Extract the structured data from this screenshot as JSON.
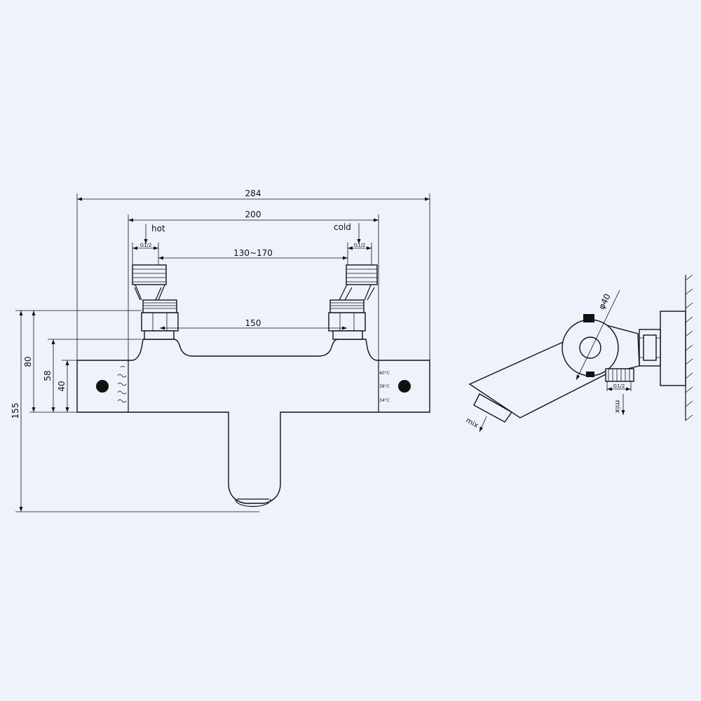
{
  "colors": {
    "background": "#edf2fb",
    "ink": "#111111"
  },
  "front_view": {
    "dim_overall_width": "284",
    "dim_body_width": "200",
    "dim_inlet_range": "130~170",
    "dim_centers": "150",
    "dim_total_height": "155",
    "dim_height_80": "80",
    "dim_height_58": "58",
    "dim_height_40": "40",
    "label_hot": "hot",
    "label_cold": "cold",
    "thread_hot": "G1/2",
    "thread_cold": "G1/2",
    "scale_marks": [
      "40°C",
      "38°C",
      "34°C"
    ]
  },
  "side_view": {
    "dim_diameter": "φ40",
    "thread": "G1/2",
    "label_mix_down": "mix",
    "label_mix_spout": "mix"
  }
}
